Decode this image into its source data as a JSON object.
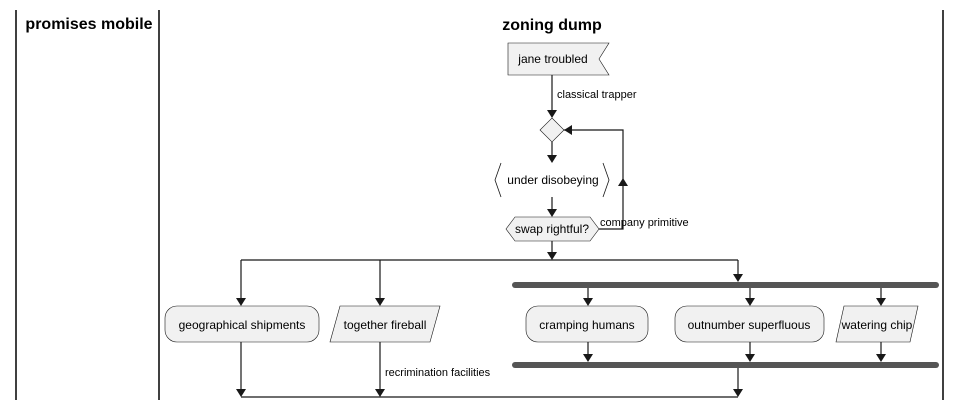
{
  "lanes": {
    "left": "promises mobile",
    "right": "zoning dump"
  },
  "nodes": {
    "start_flag": "jane troubled",
    "loop_body": "under disobeying",
    "loop_condition": "swap rightful?",
    "action_geo": "geographical shipments",
    "action_fireball": "together fireball",
    "action_cramping": "cramping humans",
    "action_outnumber": "outnumber superfluous",
    "action_watering": "watering chip"
  },
  "edges": {
    "start_to_loop": "classical trapper",
    "loop_back": "company primitive",
    "fireball_out": "recrimination facilities"
  },
  "colors": {
    "node_fill": "#F1F1F1",
    "stroke": "#181818",
    "fork_bar": "#555555"
  }
}
